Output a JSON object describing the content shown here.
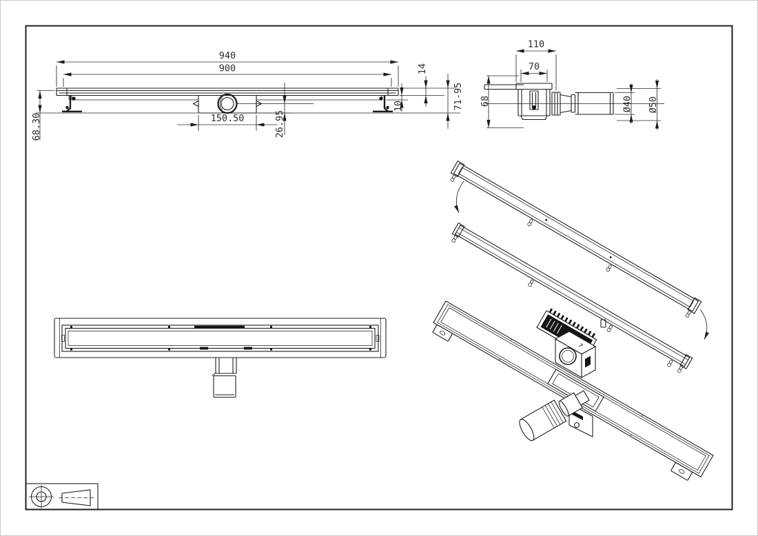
{
  "drawing": {
    "front_view": {
      "overall_length": "940",
      "grate_length": "900",
      "trap_length": "150.50",
      "trap_depth": "26.95",
      "end_height": "68.30",
      "grate_frame_height": "14",
      "lip_height": "10",
      "adjustable_height_range": "71-95"
    },
    "side_view": {
      "overall_depth": "110",
      "flange_width": "70",
      "body_height": "68",
      "outlet_diameter": "Ø40",
      "coupling_diameter": "Ø50"
    }
  },
  "colors": {
    "line": "#1c1c1c",
    "background": "#ffffff"
  },
  "symbols": {
    "projection": "first-angle-projection"
  }
}
